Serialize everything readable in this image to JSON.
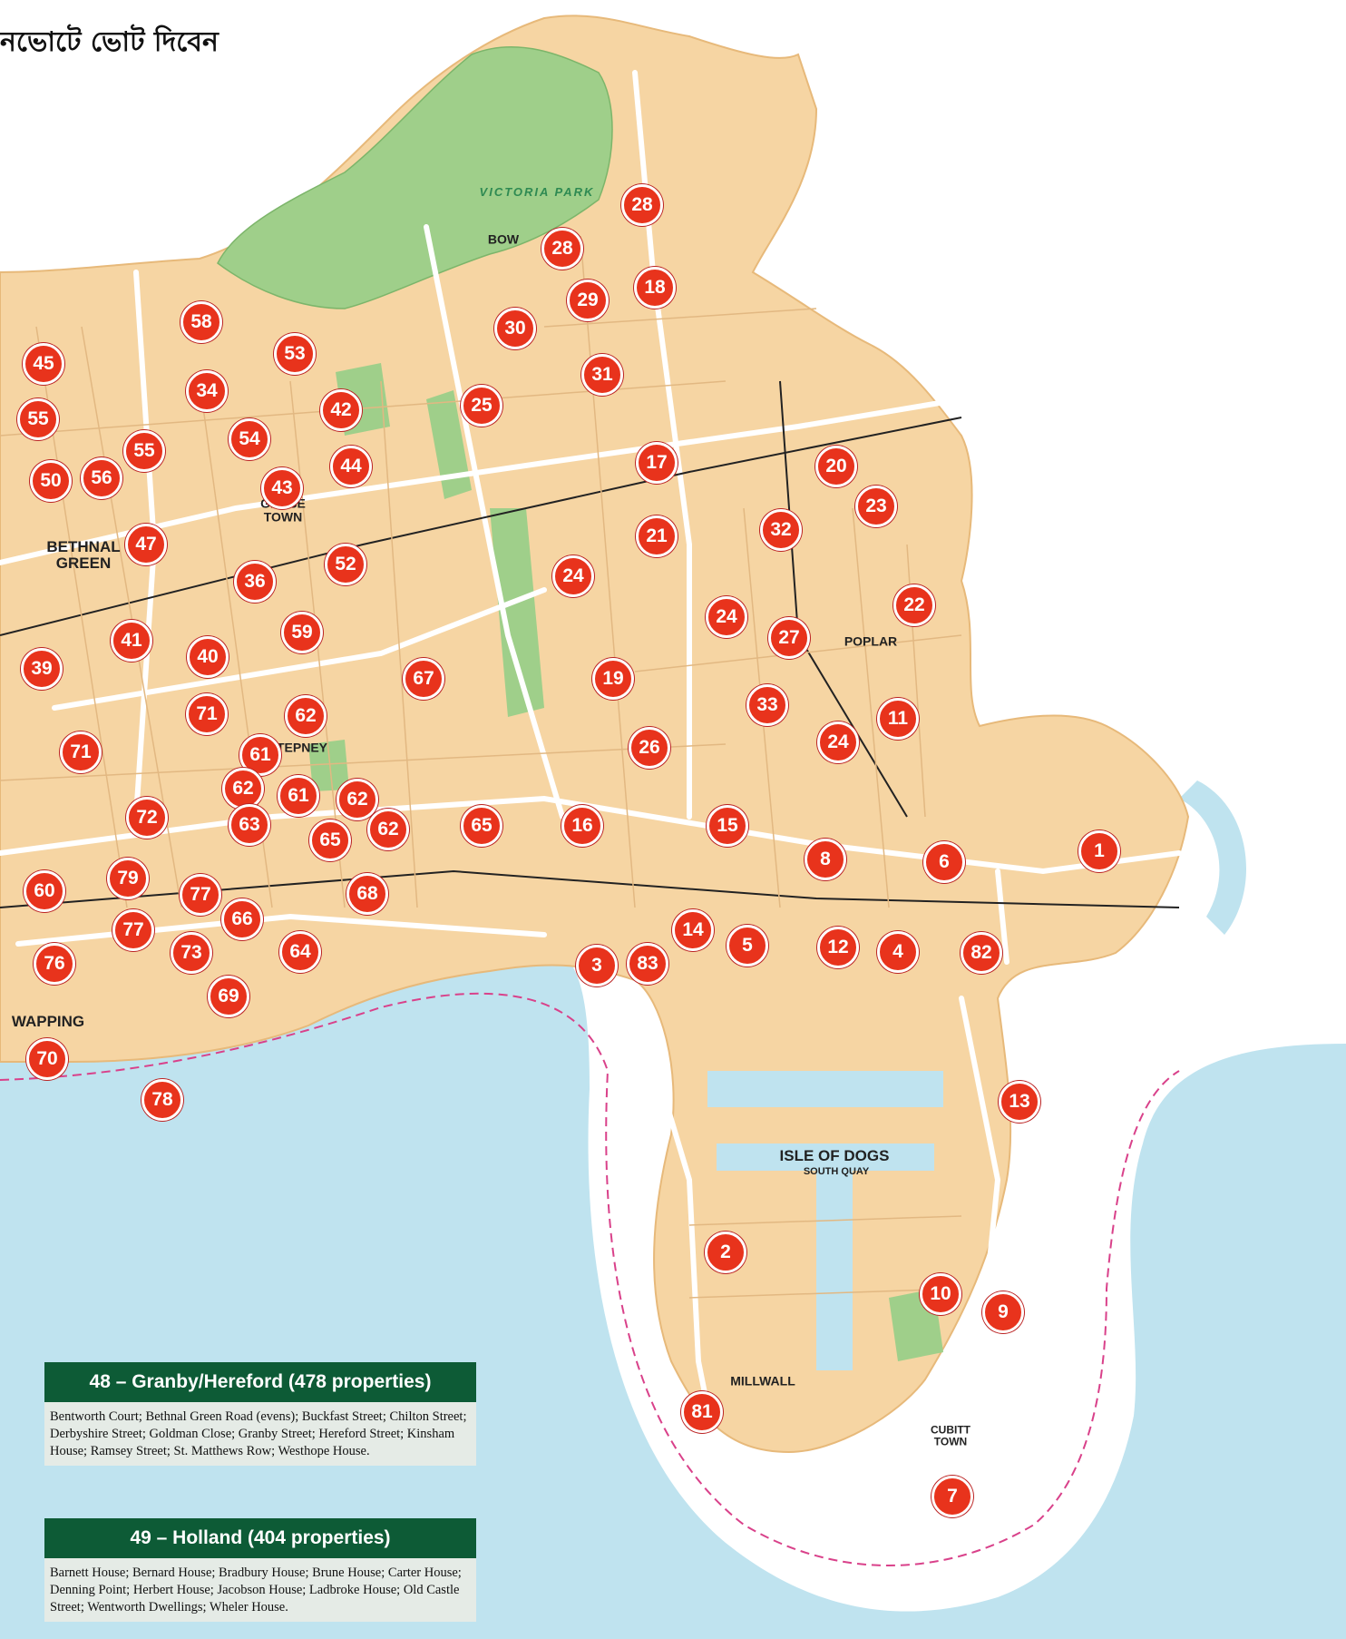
{
  "header": {
    "text": "নভোটে ভোট দিবেন"
  },
  "colors": {
    "land": "#f6d5a3",
    "park": "#9fcf8a",
    "water": "#bfe3ef",
    "pin": "#e8331c",
    "ward_header": "#0d5b36",
    "ward_body": "#e5ebe6"
  },
  "places": {
    "victoria_park": "VICTORIA PARK",
    "bow": "BOW",
    "bethnal_green": "BETHNAL GREEN",
    "globe_town": "GLOBE TOWN",
    "tepney": "TEPNEY",
    "poplar": "POPLAR",
    "wapping": "WAPPING",
    "isle_of_dogs": "ISLE OF DOGS",
    "south_quay": "SOUTH QUAY",
    "millwall": "MILLWALL",
    "cubitt_town": "CUBITT TOWN"
  },
  "wards": [
    {
      "number": "48",
      "name": "Granby/Hereford",
      "properties": "478 properties",
      "heading": "48 – Granby/Hereford (478 properties)",
      "streets": "Bentworth Court; Bethnal Green Road (evens); Buckfast Street; Chilton Street; Derbyshire Street; Goldman Close; Granby Street; Hereford Street; Kinsham House; Ramsey Street; St. Matthews Row; Westhope House."
    },
    {
      "number": "49",
      "name": "Holland",
      "properties": "404 properties",
      "heading": "49 – Holland (404 properties)",
      "streets": "Barnett House; Bernard House; Bradbury House; Brune House; Carter House; Denning Point; Herbert House; Jacobson House; Ladbroke House; Old Castle Street; Wentworth Dwellings; Wheler House."
    }
  ],
  "markers": [
    "28",
    "28",
    "18",
    "29",
    "30",
    "31",
    "25",
    "58",
    "53",
    "45",
    "34",
    "42",
    "55",
    "54",
    "55",
    "44",
    "50",
    "56",
    "43",
    "17",
    "20",
    "23",
    "21",
    "32",
    "47",
    "52",
    "24",
    "36",
    "22",
    "24",
    "27",
    "59",
    "41",
    "40",
    "39",
    "67",
    "19",
    "33",
    "11",
    "71",
    "62",
    "24",
    "71",
    "61",
    "26",
    "62",
    "61",
    "62",
    "72",
    "63",
    "65",
    "62",
    "65",
    "16",
    "15",
    "8",
    "6",
    "1",
    "79",
    "60",
    "77",
    "68",
    "14",
    "77",
    "66",
    "73",
    "64",
    "3",
    "83",
    "5",
    "12",
    "4",
    "82",
    "76",
    "69",
    "70",
    "78",
    "13",
    "2",
    "10",
    "9",
    "81",
    "7"
  ]
}
